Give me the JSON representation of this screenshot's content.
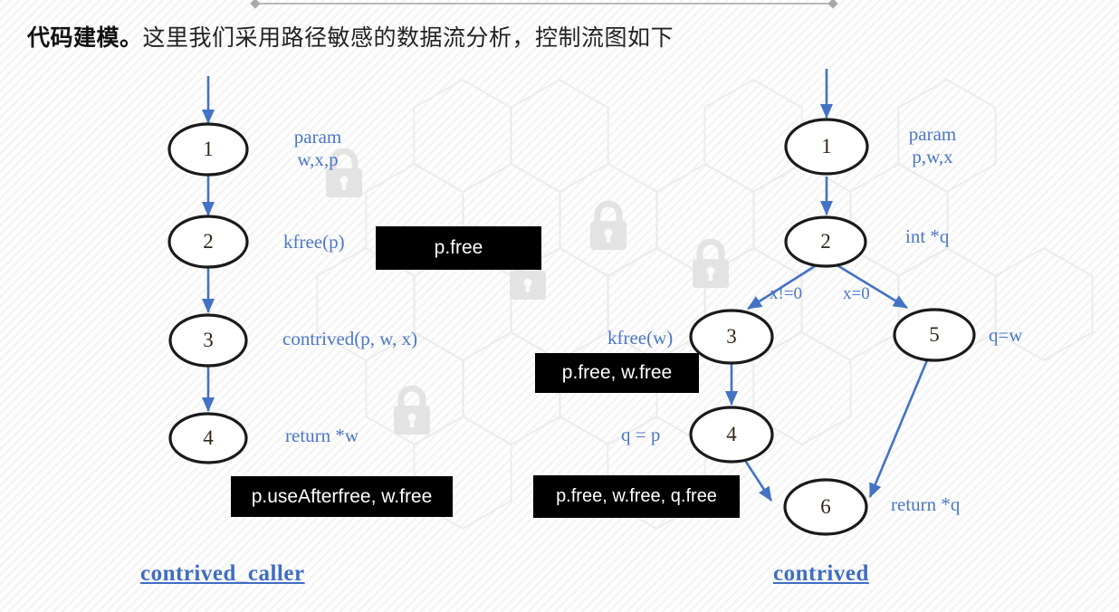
{
  "title": {
    "emphasis": "代码建模。",
    "text": "这里我们采用路径敏感的数据流分析，控制流图如下"
  },
  "colors": {
    "accent_blue": "#4472c4",
    "label_blue": "#4b76c8",
    "fact_box_bg": "#000000",
    "fact_box_text": "#ffffff",
    "node_fill": "#ffffff",
    "node_stroke": "#1a1a1a"
  },
  "left_graph": {
    "title": "contrived_caller",
    "nodes": [
      {
        "number": "1",
        "label": "param\nw,x,p"
      },
      {
        "number": "2",
        "label": "kfree(p)"
      },
      {
        "number": "3",
        "label": "contrived(p, w, x)"
      },
      {
        "number": "4",
        "label": "return *w"
      }
    ],
    "fact_boxes": [
      "p.free",
      "p.useAfterfree, w.free"
    ]
  },
  "right_graph": {
    "title": "contrived",
    "nodes": [
      {
        "number": "1",
        "label": "param\np,w,x"
      },
      {
        "number": "2",
        "label": "int *q"
      },
      {
        "number": "3",
        "label": "kfree(w)"
      },
      {
        "number": "4",
        "label": "q = p"
      },
      {
        "number": "5",
        "label": "q=w"
      },
      {
        "number": "6",
        "label": "return *q"
      }
    ],
    "branch_labels": [
      "x!=0",
      "x=0"
    ],
    "fact_boxes": [
      "p.free, w.free",
      "p.free, w.free, q.free"
    ]
  }
}
